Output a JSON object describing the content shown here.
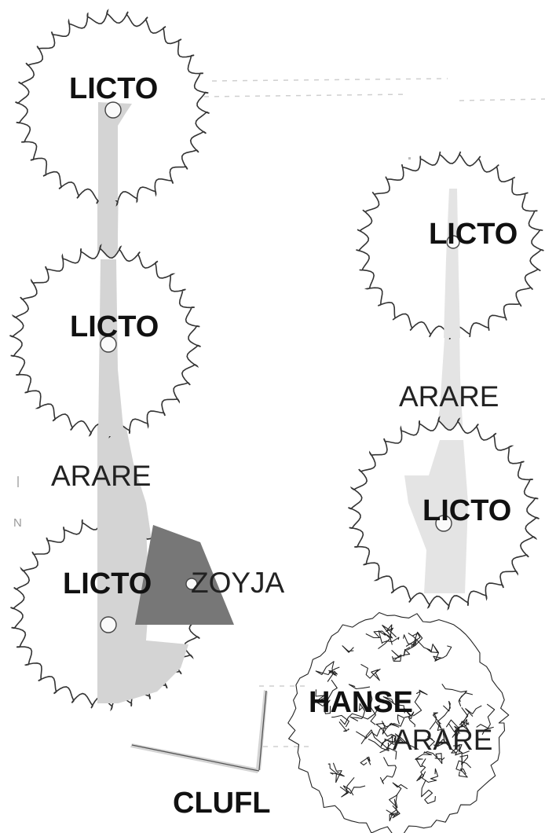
{
  "labels": {
    "licto_1": "LICTO",
    "licto_2": "LICTO",
    "licto_3": "LICTO",
    "licto_4": "LICTO",
    "licto_5": "LICTO",
    "arare_left": "ARARE",
    "arare_right": "ARARE",
    "arare_blob": "ARARE",
    "zoyja": "ZOYJA",
    "hanse": "HANSE",
    "clufl": "CLUFL",
    "margin_mark": "N"
  },
  "colors": {
    "triangle": "#777777",
    "bar": "#d4d4d4",
    "stroke": "#333333",
    "background": "#ffffff"
  }
}
